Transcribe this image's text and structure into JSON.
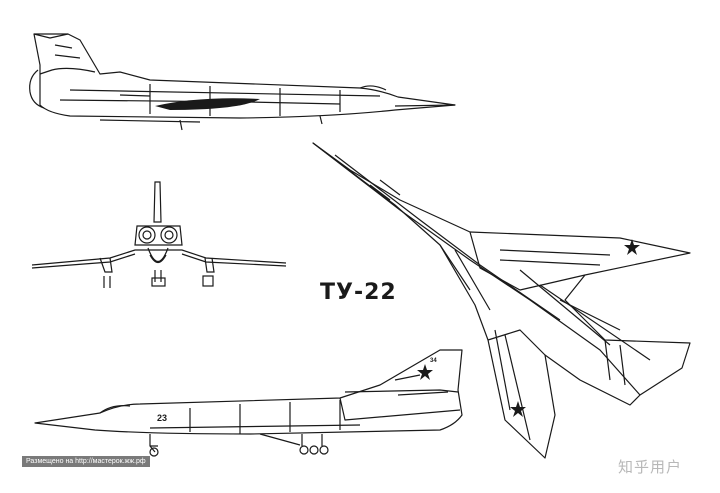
{
  "drawing": {
    "title": "ТУ-22",
    "side_view_number": "23",
    "top_view_number": "34"
  },
  "watermarks": {
    "source_text": "Размещено на http://мастерок.жж.рф",
    "credit_text": "知乎用户"
  },
  "colors": {
    "line": "#1a1a1a",
    "background": "#ffffff",
    "source_bg": "#7a7a7a",
    "credit": "#b8b8b8"
  }
}
